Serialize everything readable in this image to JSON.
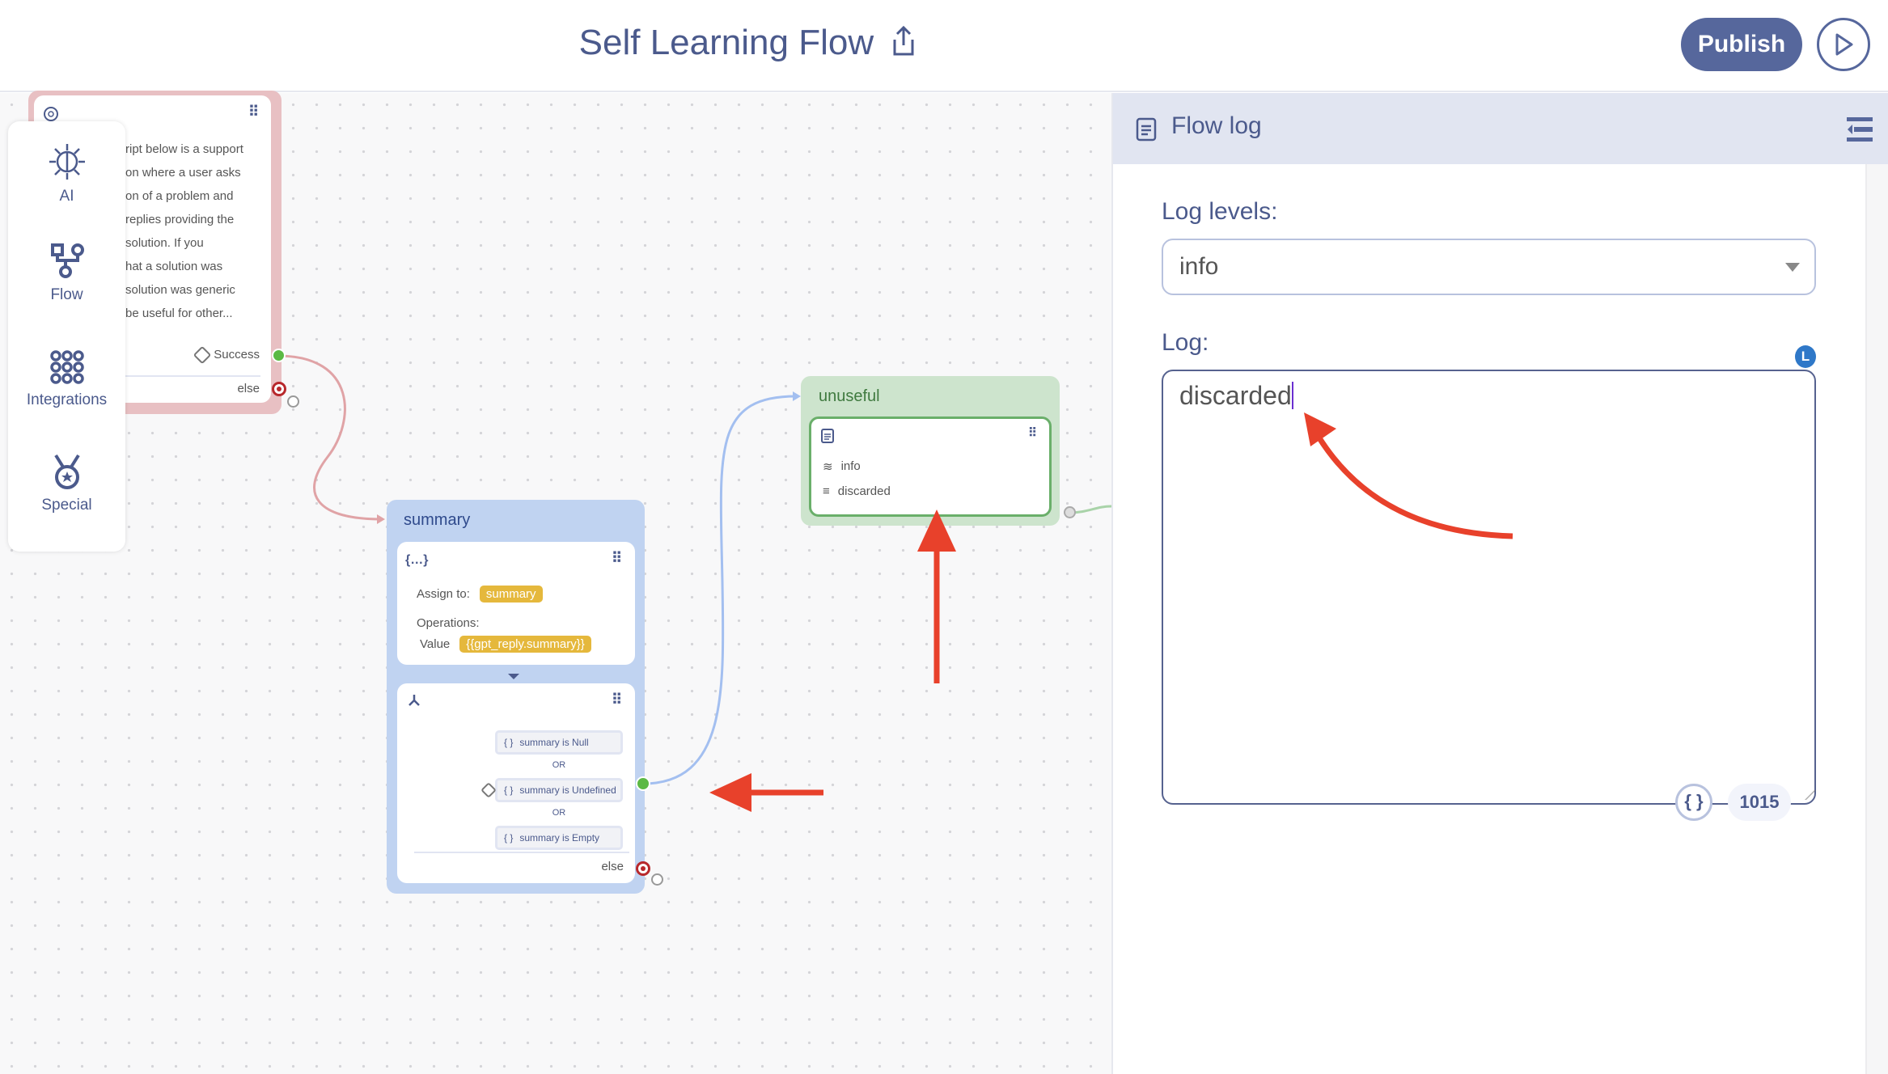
{
  "header": {
    "title": "Self Learning Flow",
    "publish_label": "Publish"
  },
  "palette": {
    "items": [
      {
        "label": "AI"
      },
      {
        "label": "Flow"
      },
      {
        "label": "Integrations"
      },
      {
        "label": "Special"
      }
    ]
  },
  "gpt_node": {
    "lines": [
      "ript below is a support",
      "on where a user asks",
      "on of a problem and",
      "replies providing the",
      "solution. If you",
      "hat a solution was",
      "solution was generic",
      "be useful for other..."
    ],
    "success_label": "Success",
    "else_label": "else"
  },
  "summary_node": {
    "title": "summary",
    "assign_label": "Assign to:",
    "assign_value": "summary",
    "operations_label": "Operations:",
    "value_label": "Value",
    "value": "{{gpt_reply.summary}}",
    "conditions": [
      "summary is Null",
      "summary is Undefined",
      "summary is Empty"
    ],
    "or_label": "OR",
    "else_label": "else"
  },
  "unuseful_node": {
    "title": "unuseful",
    "level": "info",
    "message": "discarded"
  },
  "panel": {
    "title": "Flow log",
    "log_levels_label": "Log levels:",
    "log_level_value": "info",
    "log_label": "Log:",
    "log_value": "discarded",
    "char_count": "1015"
  },
  "colors": {
    "accent": "#56679c",
    "arrow": "#e8412b",
    "summary_bg": "#c0d3f1",
    "unuseful_bg": "#cde4cd",
    "gpt_bg": "#e8c0c3"
  }
}
